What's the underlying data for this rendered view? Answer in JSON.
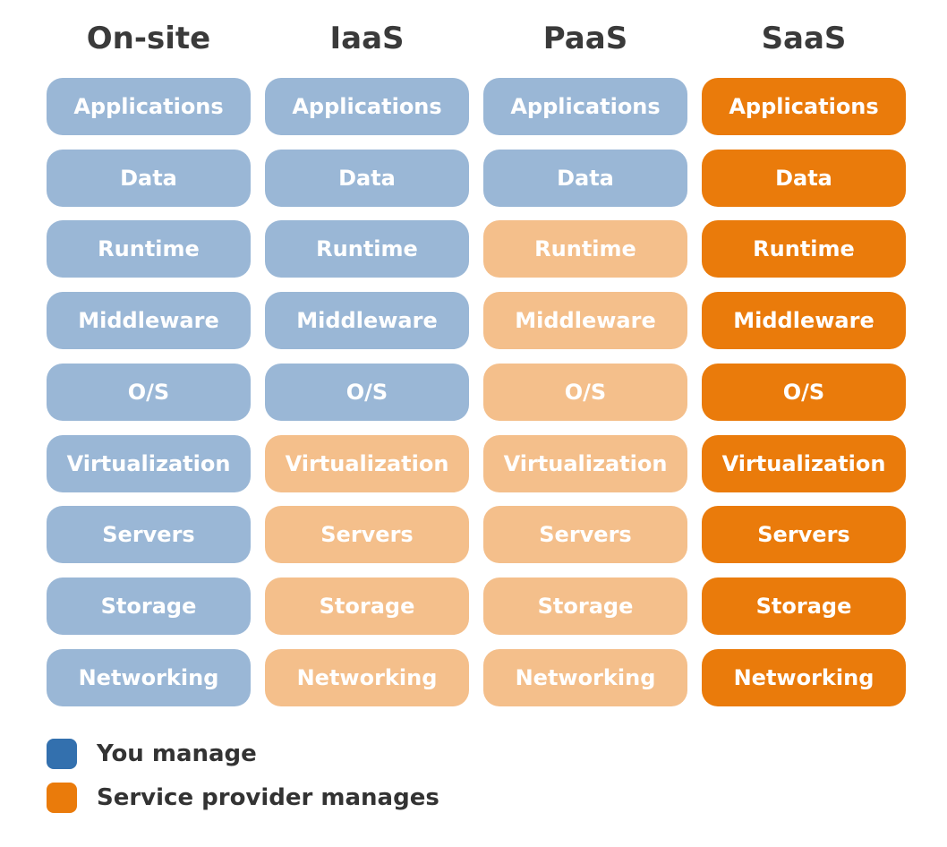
{
  "columns": [
    {
      "title": "On-site",
      "provider_from_row": 9
    },
    {
      "title": "IaaS",
      "provider_from_row": 5
    },
    {
      "title": "PaaS",
      "provider_from_row": 2
    },
    {
      "title": "SaaS",
      "provider_from_row": 0
    }
  ],
  "layers": [
    "Applications",
    "Data",
    "Runtime",
    "Middleware",
    "O/S",
    "Virtualization",
    "Servers",
    "Storage",
    "Networking"
  ],
  "colors": {
    "you_manage": "#9ab7d6",
    "provider_manages": "#f4bf8b",
    "saas_provider": "#ea7b0b",
    "legend_you": "#3370ae",
    "legend_provider": "#ea7b0b"
  },
  "legend": [
    {
      "label": "You manage",
      "color": "#3370ae"
    },
    {
      "label": "Service provider manages",
      "color": "#ea7b0b"
    }
  ]
}
